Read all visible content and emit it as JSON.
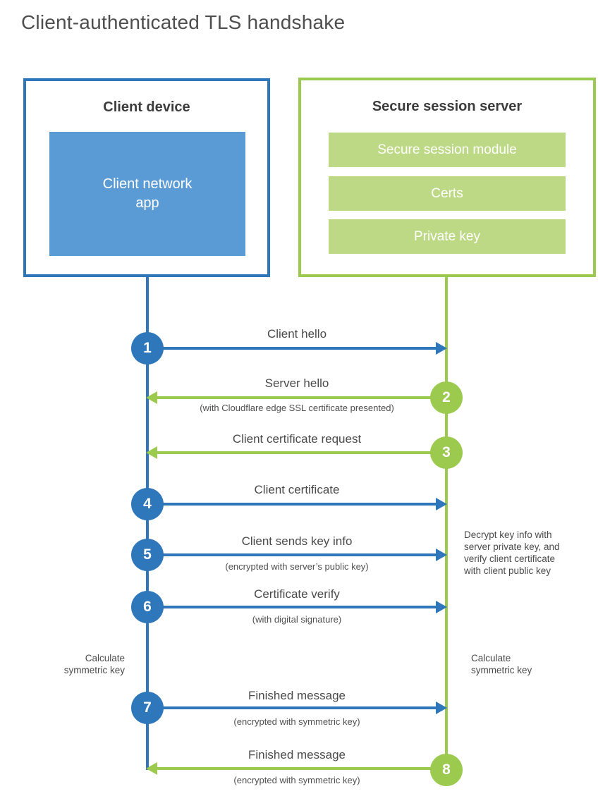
{
  "title": "Client-authenticated TLS handshake",
  "colors": {
    "blue_accent": "#2e77bb",
    "blue_fill": "#5b9bd5",
    "green_accent": "#9cca4f",
    "green_fill": "#bdd985",
    "text_dark": "#3c3c3c",
    "text_gray": "#4a4a4a"
  },
  "client_box": {
    "title": "Client device",
    "app_label": "Client network\napp"
  },
  "server_box": {
    "title": "Secure session server",
    "modules": [
      "Secure session module",
      "Certs",
      "Private key"
    ]
  },
  "steps": [
    {
      "num": "1",
      "actor": "client",
      "direction": "right",
      "label": "Client hello",
      "sub": ""
    },
    {
      "num": "2",
      "actor": "server",
      "direction": "left",
      "label": "Server hello",
      "sub": "(with Cloudflare edge SSL certificate presented)"
    },
    {
      "num": "3",
      "actor": "server",
      "direction": "left",
      "label": "Client certificate request",
      "sub": ""
    },
    {
      "num": "4",
      "actor": "client",
      "direction": "right",
      "label": "Client certificate",
      "sub": ""
    },
    {
      "num": "5",
      "actor": "client",
      "direction": "right",
      "label": "Client sends key info",
      "sub": "(encrypted with server’s public key)"
    },
    {
      "num": "6",
      "actor": "client",
      "direction": "right",
      "label": "Certificate verify",
      "sub": "(with digital signature)"
    },
    {
      "num": "7",
      "actor": "client",
      "direction": "right",
      "label": "Finished message",
      "sub": "(encrypted with symmetric key)"
    },
    {
      "num": "8",
      "actor": "server",
      "direction": "left",
      "label": "Finished message",
      "sub": "(encrypted with symmetric key)"
    }
  ],
  "annotations": {
    "decrypt_note": "Decrypt key info with\nserver private key, and\nverify client certificate\nwith client public key",
    "calc_left": "Calculate\nsymmetric key",
    "calc_right": "Calculate\nsymmetric key"
  }
}
